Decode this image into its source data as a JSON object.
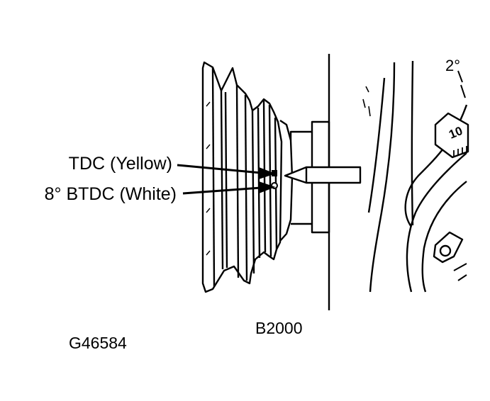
{
  "labels": {
    "tdc": "TDC (Yellow)",
    "btdc": "8° BTDC (White)",
    "model": "B2000",
    "figure_code": "G46584",
    "degree_mark": "2°",
    "scale_number": "10"
  },
  "colors": {
    "ink": "#000000",
    "paper": "#ffffff"
  }
}
